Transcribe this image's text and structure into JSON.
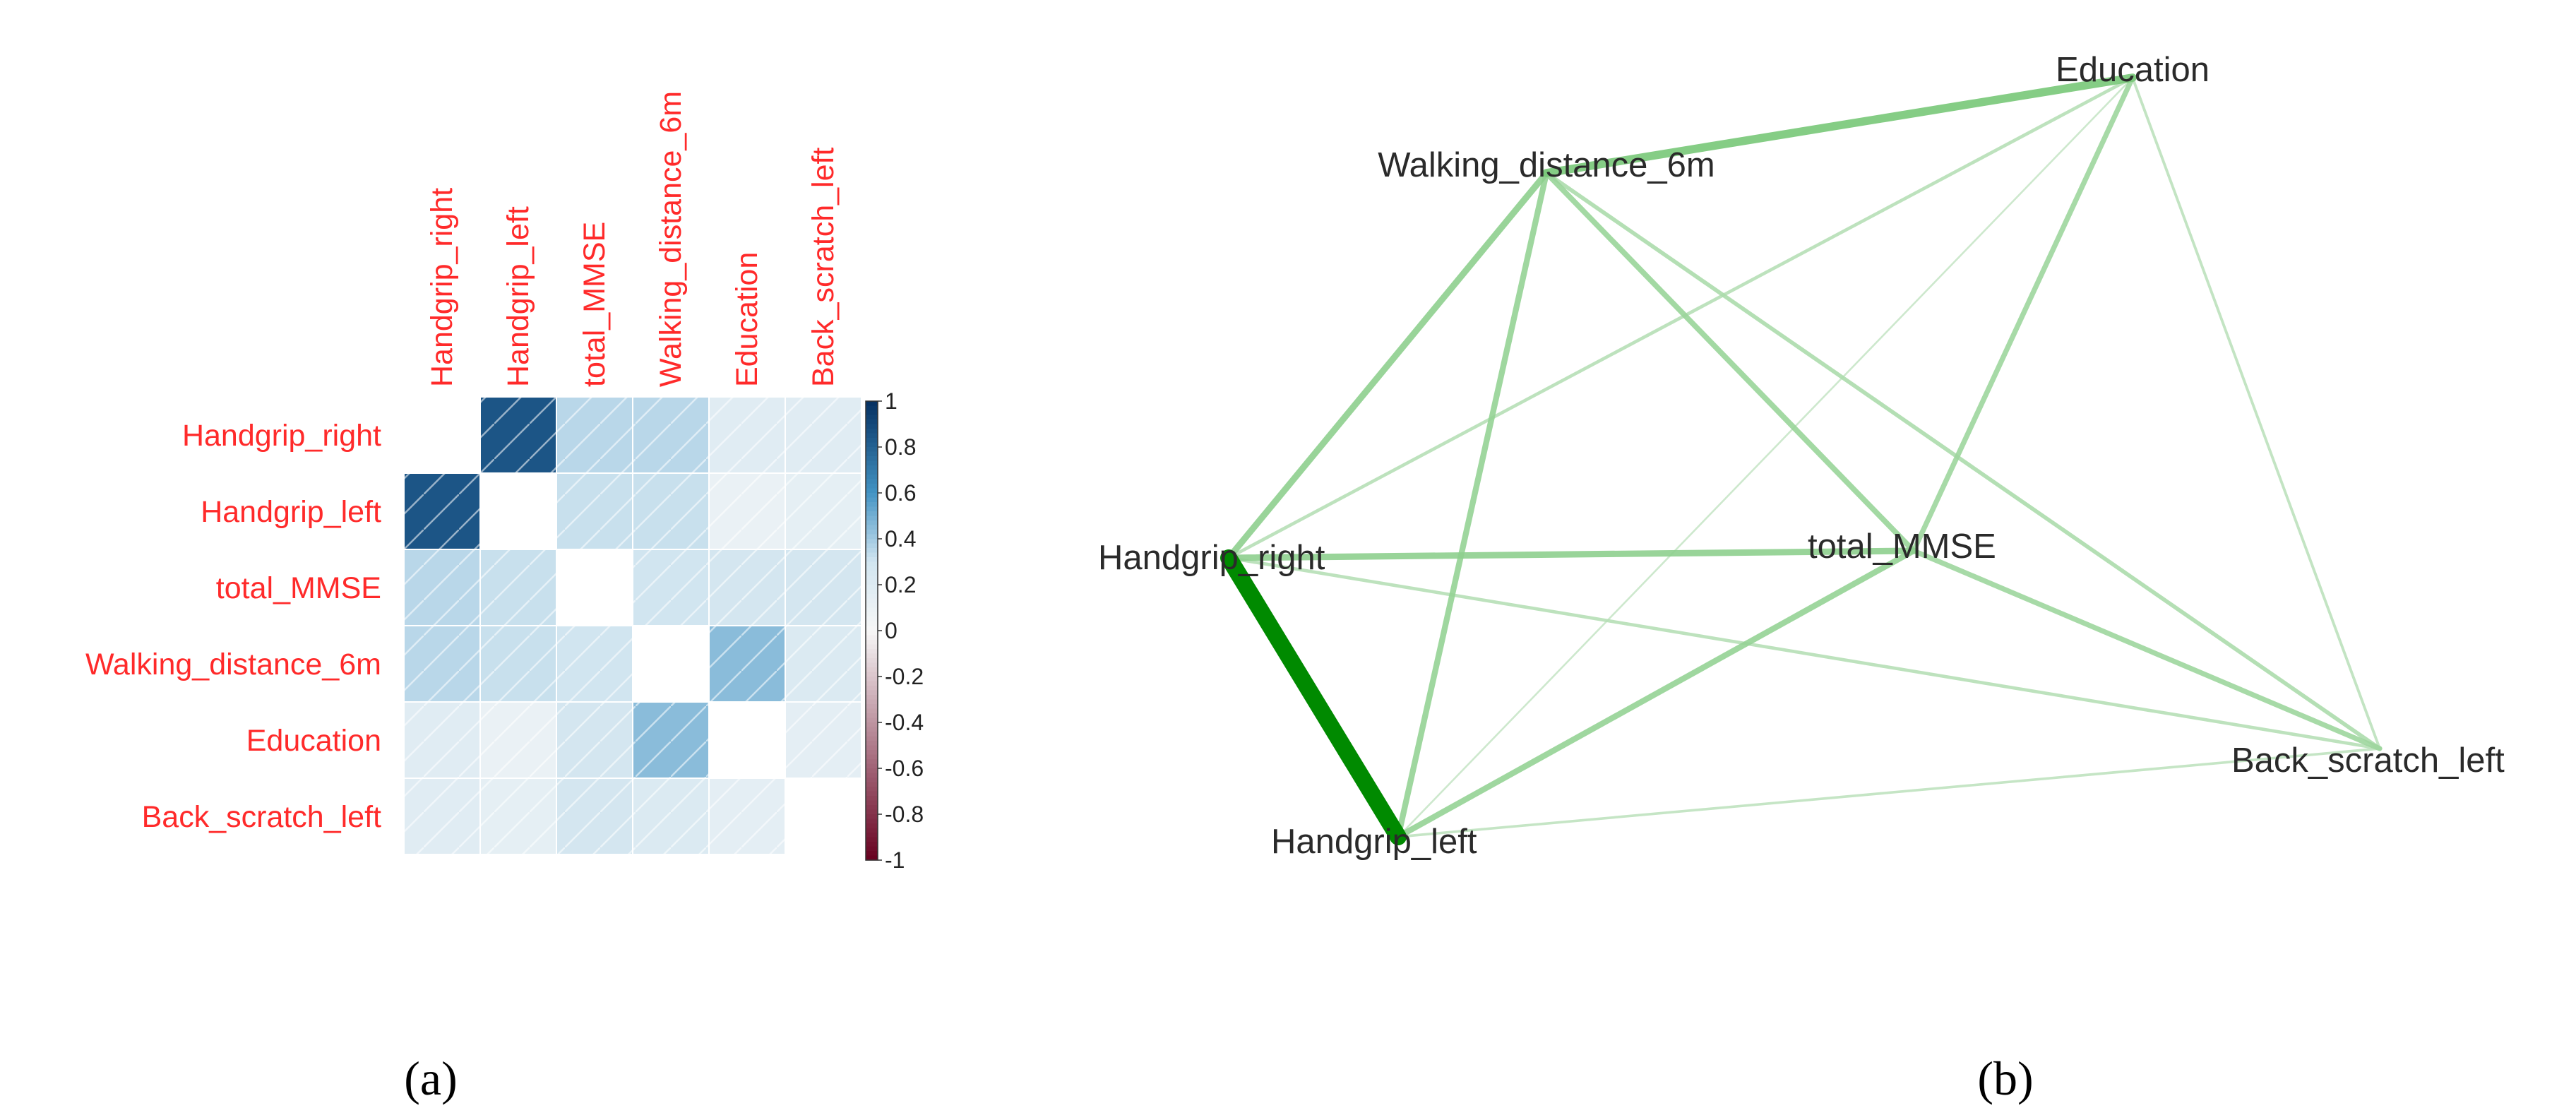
{
  "chart_data": [
    {
      "type": "heatmap",
      "panel_label": "(a)",
      "variables": [
        "Handgrip_right",
        "Handgrip_left",
        "total_MMSE",
        "Walking_distance_6m",
        "Education",
        "Back_scratch_left"
      ],
      "matrix": [
        [
          null,
          0.85,
          0.35,
          0.35,
          0.18,
          0.18
        ],
        [
          0.85,
          null,
          0.32,
          0.32,
          0.1,
          0.14
        ],
        [
          0.35,
          0.32,
          null,
          0.3,
          0.28,
          0.28
        ],
        [
          0.35,
          0.32,
          0.3,
          null,
          0.45,
          0.22
        ],
        [
          0.18,
          0.1,
          0.28,
          0.45,
          null,
          0.15
        ],
        [
          0.18,
          0.14,
          0.28,
          0.22,
          0.15,
          null
        ]
      ],
      "colorbar": {
        "ticks": [
          "1",
          "0.8",
          "0.6",
          "0.4",
          "0.2",
          "0",
          "-0.2",
          "-0.4",
          "-0.6",
          "-0.8",
          "-1"
        ],
        "range": [
          -1,
          1
        ],
        "colors": {
          "neg": "#67001f",
          "mid": "#f7f7f7",
          "pos": "#053061"
        }
      }
    },
    {
      "type": "network",
      "panel_label": "(b)",
      "edge_color": "#008a00",
      "nodes": [
        {
          "id": "Education",
          "label": "Education"
        },
        {
          "id": "Walking_distance_6m",
          "label": "Walking_distance_6m"
        },
        {
          "id": "Handgrip_right",
          "label": "Handgrip_right"
        },
        {
          "id": "total_MMSE",
          "label": "total_MMSE"
        },
        {
          "id": "Back_scratch_left",
          "label": "Back_scratch_left"
        },
        {
          "id": "Handgrip_left",
          "label": "Handgrip_left"
        }
      ],
      "edges": [
        {
          "source": "Handgrip_right",
          "target": "Handgrip_left",
          "weight": 0.85
        },
        {
          "source": "Walking_distance_6m",
          "target": "Education",
          "weight": 0.45
        },
        {
          "source": "Handgrip_right",
          "target": "Walking_distance_6m",
          "weight": 0.35
        },
        {
          "source": "Handgrip_right",
          "target": "total_MMSE",
          "weight": 0.35
        },
        {
          "source": "Handgrip_left",
          "target": "Walking_distance_6m",
          "weight": 0.32
        },
        {
          "source": "Handgrip_left",
          "target": "total_MMSE",
          "weight": 0.32
        },
        {
          "source": "Walking_distance_6m",
          "target": "total_MMSE",
          "weight": 0.3
        },
        {
          "source": "total_MMSE",
          "target": "Education",
          "weight": 0.28
        },
        {
          "source": "total_MMSE",
          "target": "Back_scratch_left",
          "weight": 0.28
        },
        {
          "source": "Walking_distance_6m",
          "target": "Back_scratch_left",
          "weight": 0.22
        },
        {
          "source": "Handgrip_right",
          "target": "Education",
          "weight": 0.18
        },
        {
          "source": "Handgrip_right",
          "target": "Back_scratch_left",
          "weight": 0.18
        },
        {
          "source": "Education",
          "target": "Back_scratch_left",
          "weight": 0.15
        },
        {
          "source": "Handgrip_left",
          "target": "Back_scratch_left",
          "weight": 0.14
        },
        {
          "source": "Handgrip_left",
          "target": "Education",
          "weight": 0.1
        }
      ]
    }
  ]
}
